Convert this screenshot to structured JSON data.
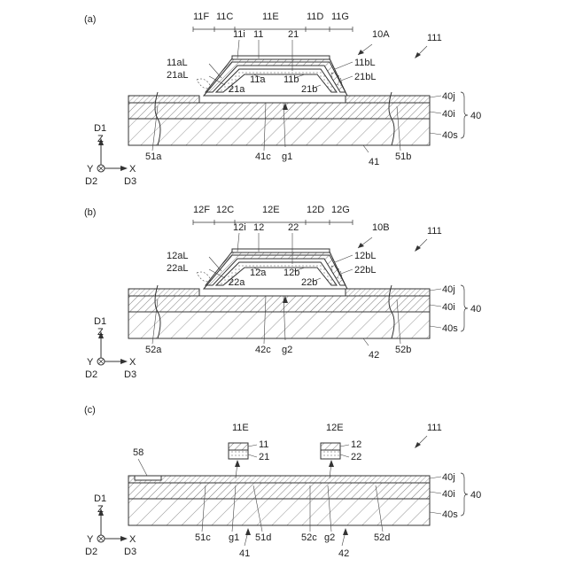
{
  "panels": {
    "a": {
      "panel_label": "(a)",
      "top_labels": [
        "11F",
        "11C",
        "11E",
        "11D",
        "11G"
      ],
      "labels": {
        "chip": "10A",
        "device": "111",
        "i": "11i",
        "layer": "11",
        "electrode": "21",
        "aL": "11aL",
        "eaL": "21aL",
        "ea": "21a",
        "a": "11a",
        "b": "11b",
        "eb": "21b",
        "bL": "11bL",
        "ebL": "21bL",
        "left_via": "51a",
        "center": "41c",
        "gap": "g1",
        "trench": "41",
        "right_via": "51b",
        "base": "40",
        "top_layer": "40j",
        "mid_layer": "40i",
        "sub_layer": "40s"
      }
    },
    "b": {
      "panel_label": "(b)",
      "top_labels": [
        "12F",
        "12C",
        "12E",
        "12D",
        "12G"
      ],
      "labels": {
        "chip": "10B",
        "device": "111",
        "i": "12i",
        "layer": "12",
        "electrode": "22",
        "aL": "12aL",
        "eaL": "22aL",
        "ea": "22a",
        "a": "12a",
        "b": "12b",
        "eb": "22b",
        "bL": "12bL",
        "ebL": "22bL",
        "left_via": "52a",
        "center": "42c",
        "gap": "g2",
        "trench": "42",
        "right_via": "52b",
        "base": "40",
        "top_layer": "40j",
        "mid_layer": "40i",
        "sub_layer": "40s"
      }
    },
    "c": {
      "panel_label": "(c)",
      "device": "111",
      "chip1": {
        "label": "11E",
        "top": "11",
        "bottom": "21"
      },
      "chip2": {
        "label": "12E",
        "top": "12",
        "bottom": "22"
      },
      "marker": "58",
      "bottom_labels": [
        "51c",
        "g1",
        "51d",
        "52c",
        "g2",
        "52d"
      ],
      "arrow_labels": [
        "41",
        "42"
      ],
      "base": "40",
      "top_layer": "40j",
      "mid_layer": "40i",
      "sub_layer": "40s"
    }
  },
  "axes": {
    "d1": "D1",
    "z": "Z",
    "y": "Y",
    "x": "X",
    "d2": "D2",
    "d3": "D3"
  }
}
